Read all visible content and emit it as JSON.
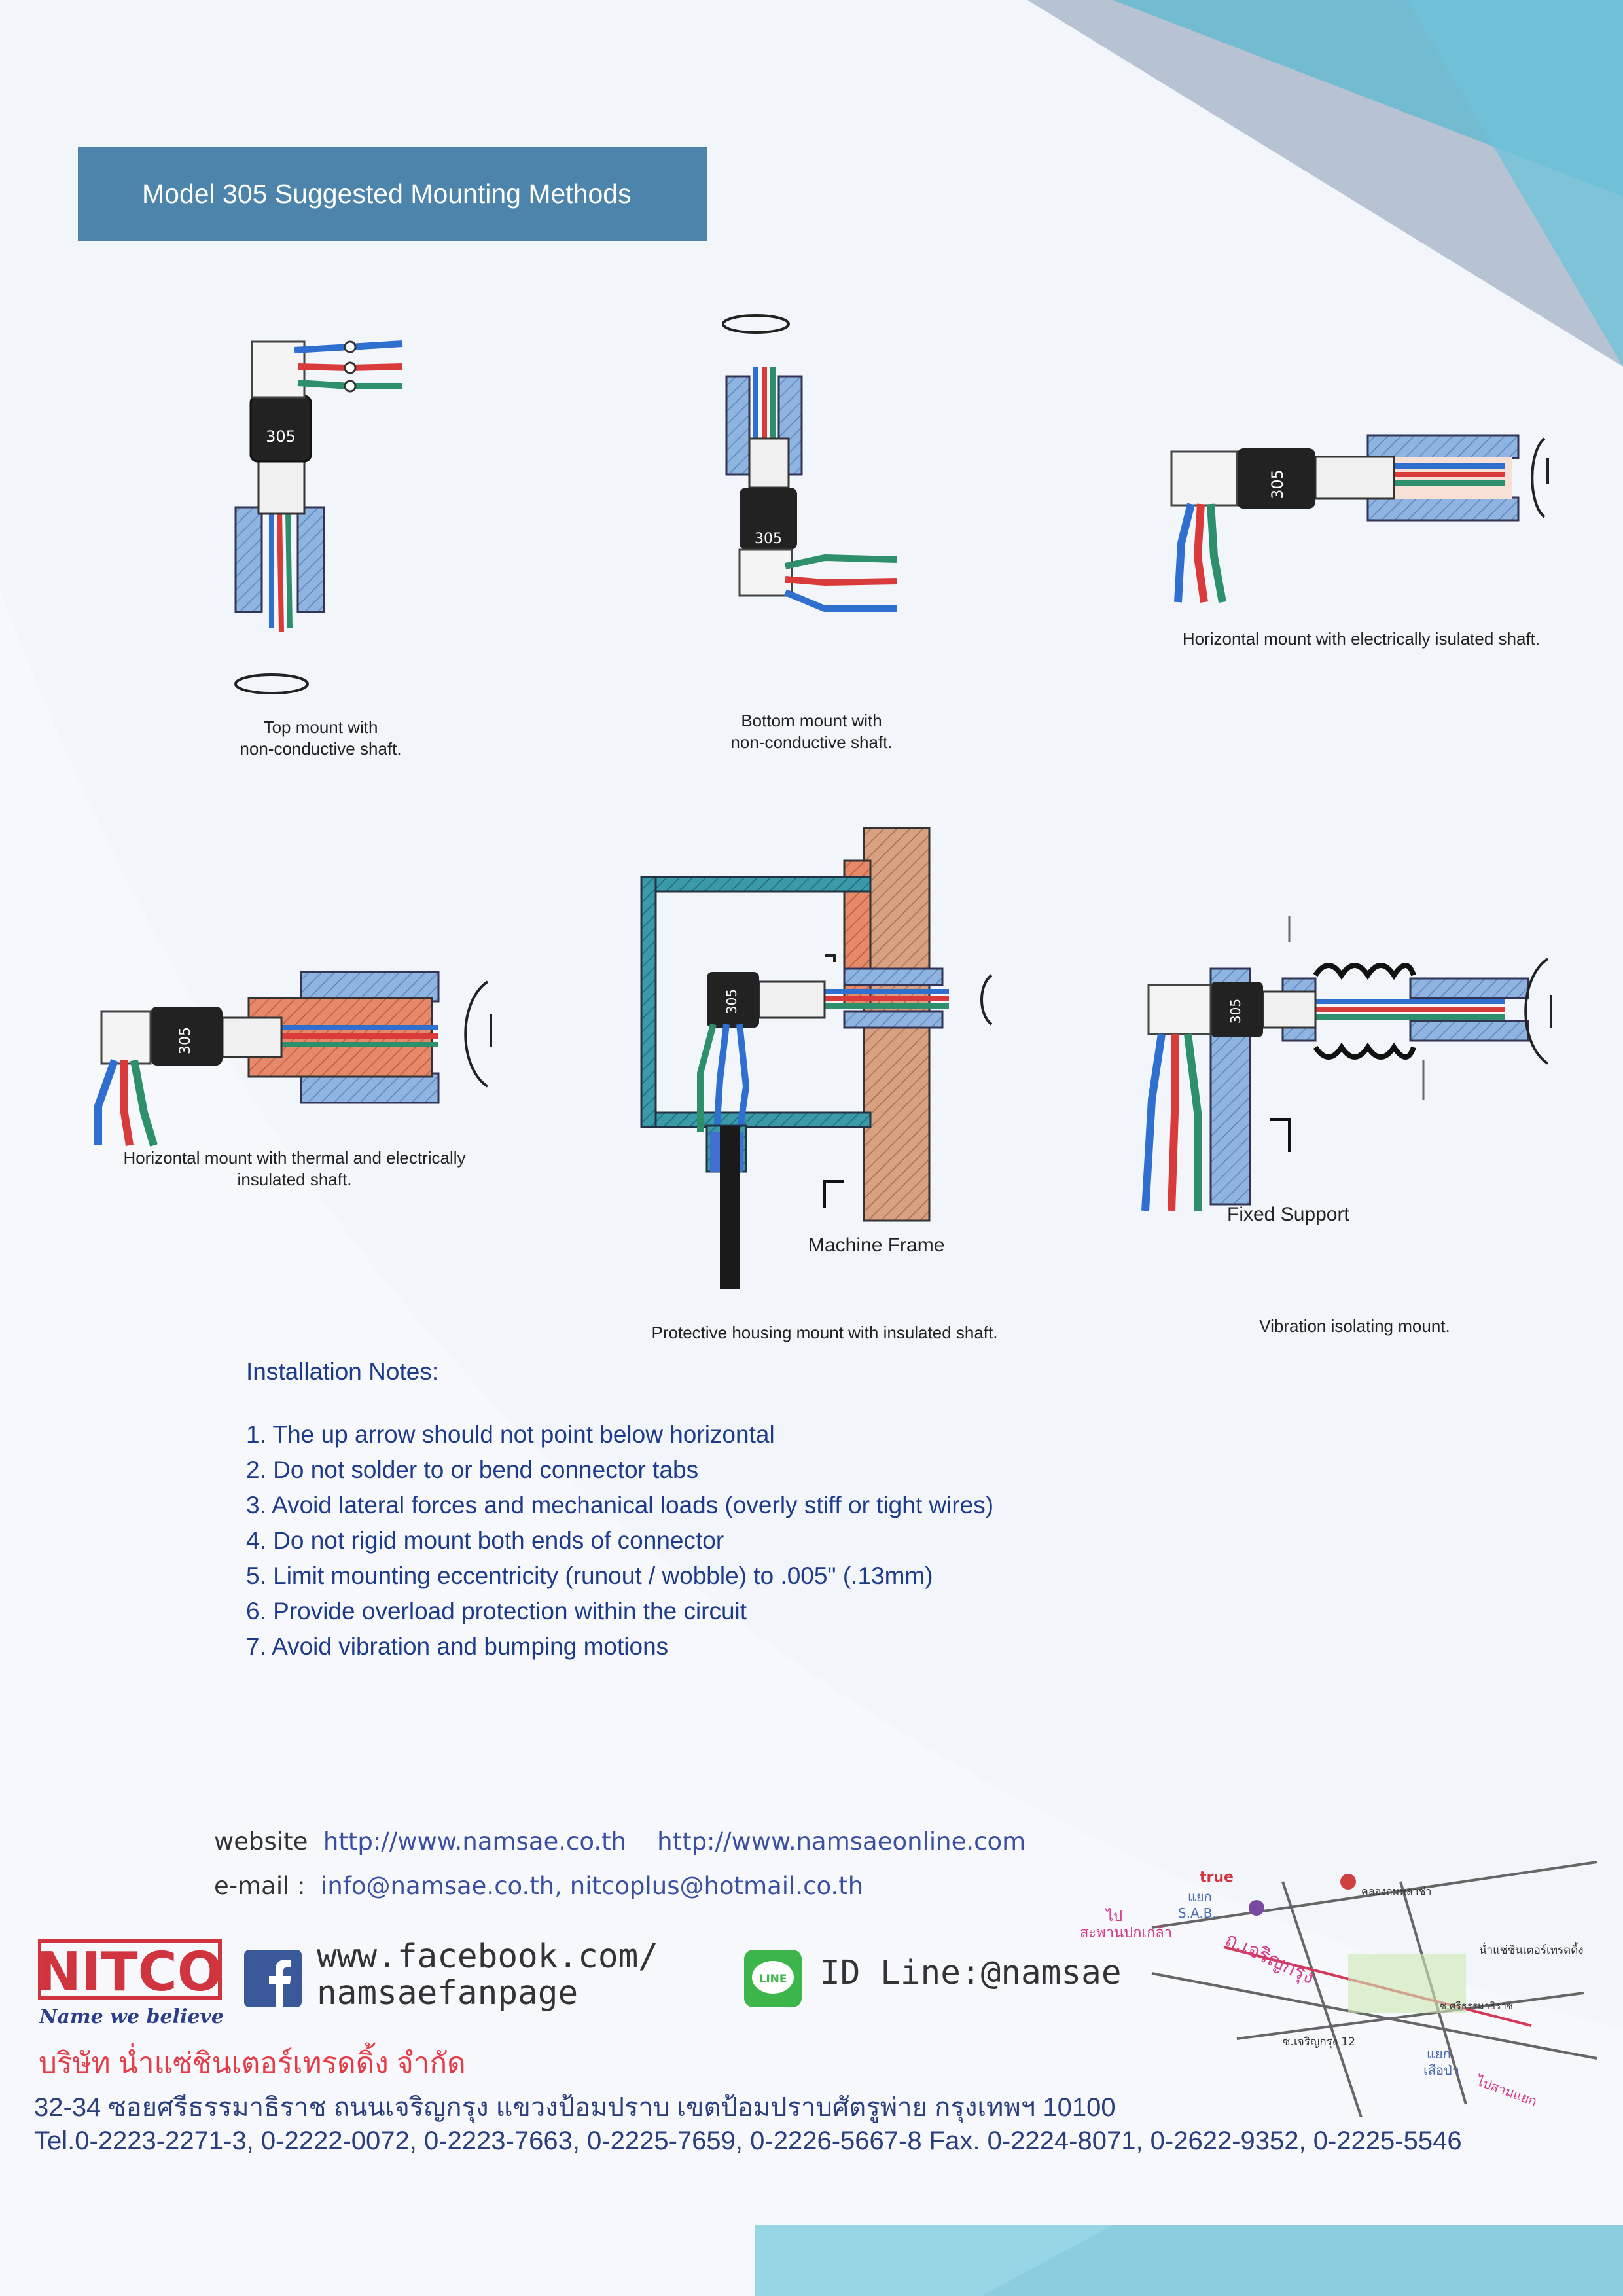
{
  "title": "Model 305 Suggested Mounting Methods",
  "diagrams": [
    {
      "caption": "Top mount with\nnon-conductive shaft.",
      "label": "305"
    },
    {
      "caption": "Bottom mount with\nnon-conductive shaft.",
      "label": "305"
    },
    {
      "caption": "Horizontal mount with electrically isulated shaft.",
      "label": "305"
    },
    {
      "caption": "Horizontal mount with thermal and electrically\ninsulated shaft.",
      "label": "305"
    },
    {
      "caption": "Protective housing mount with insulated shaft.",
      "label": "305",
      "callout": "Machine Frame"
    },
    {
      "caption": "Vibration isolating mount.",
      "label": "305",
      "callout": "Fixed Support"
    }
  ],
  "notes": {
    "title": "Installation Notes:",
    "items": [
      "1. The up arrow should not point below horizontal",
      "2. Do not solder to or bend connector tabs",
      "3. Avoid lateral forces and mechanical loads (overly stiff or tight wires)",
      "4. Do not rigid mount both ends of connector",
      "5. Limit mounting eccentricity (runout / wobble) to .005\" (.13mm)",
      "6. Provide overload protection within the circuit",
      "7. Avoid vibration and bumping motions"
    ]
  },
  "contact": {
    "website_label": "website",
    "website_1": "http://www.namsae.co.th",
    "website_2": "http://www.namsaeonline.com",
    "email_label": "e-mail  :",
    "emails": "info@namsae.co.th, nitcoplus@hotmail.co.th",
    "facebook": "www.facebook.com/\nnamsaefanpage",
    "line_badge": "LINE",
    "line_id": "ID Line:@namsae"
  },
  "logo": {
    "brand": "NITCO",
    "tagline": "Name we believe in"
  },
  "company": {
    "name_th": "บริษัท น่ำแซ่ชินเตอร์เทรดดิ้ง จำกัด",
    "address": "32-34 ซอยศรีธรรมาธิราช ถนนเจริญกรุง แขวงป้อมปราบ เขตป้อมปราบศัตรูพ่าย กรุงเทพฯ 10100",
    "phones": "Tel.0-2223-2271-3, 0-2222-0072, 0-2223-7663, 0-2225-7659, 0-2226-5667-8 Fax. 0-2224-8071, 0-2622-9352, 0-2225-5546"
  },
  "map": {
    "labels": [
      "true",
      "แยก",
      "S.A.B.",
      "ไป",
      "สะพานปกเกล้า",
      "ถ.เจริญกรุง",
      "คลองถมพลาซ่า",
      "น่ำแซ่ชินเตอร์เทรดดิ้ง",
      "ซ.ศรีธรรมาธิราช",
      "ซ.เจริญกรุง 12",
      "แยก",
      "เสือป่า",
      "ไปสามแยก"
    ]
  },
  "colors": {
    "title_bg": "#4c84ab",
    "notes_text": "#1d3b8a",
    "accent_red": "#e53c4a",
    "wire_blue": "#2f6fcf",
    "wire_red": "#d93a3a",
    "wire_green": "#2e8f6c",
    "mount_blue": "#8fb4e0",
    "mount_orange": "#e5896a",
    "housing_teal": "#3a9aa8",
    "frame_brown": "#d7a182"
  }
}
